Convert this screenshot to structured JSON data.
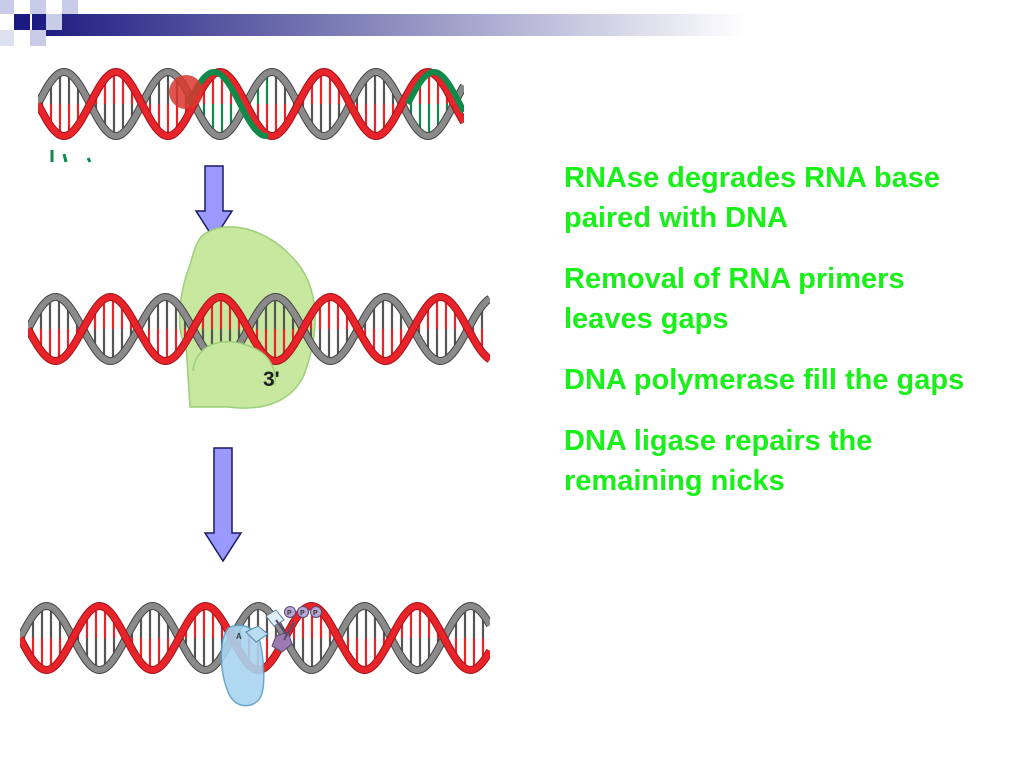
{
  "colors": {
    "bullet_text": "#19f019",
    "header_dark": "#1a1a80",
    "header_light": "#ffffff",
    "arrow_fill": "#9999ff",
    "arrow_stroke": "#1a1a66",
    "strand_gray": "#8a8a8a",
    "strand_red": "#e8232a",
    "rna_green": "#0f8a4a",
    "enzyme_green": "#c8e8a0",
    "ligase_blue": "#a8d4ef",
    "rnase_red": "#d9362e"
  },
  "diagram": {
    "polymerase_label": "3'",
    "ligase_labels": [
      "A",
      "P",
      "P",
      "P"
    ]
  },
  "bullets": [
    "RNAse degrades RNA base paired with DNA",
    "Removal of RNA primers leaves gaps",
    "DNA polymerase fill the gaps",
    "DNA ligase repairs the remaining nicks"
  ]
}
